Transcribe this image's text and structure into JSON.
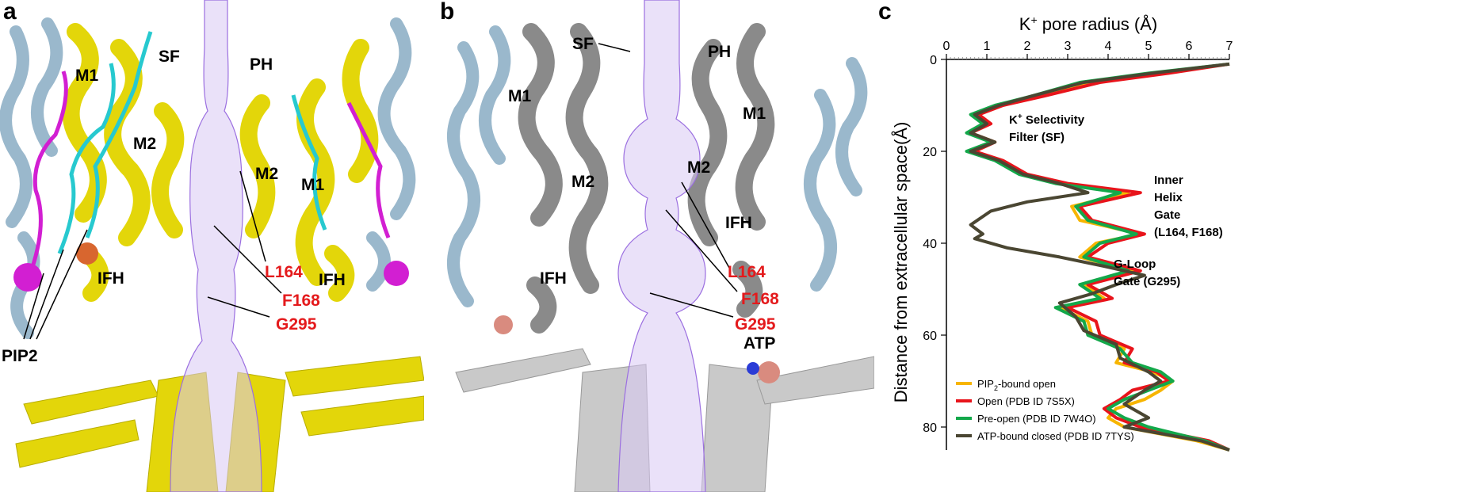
{
  "panel_a": {
    "letter": "a",
    "labels": {
      "m1_left": "M1",
      "m2_left": "M2",
      "sf": "SF",
      "ph": "PH",
      "m2_right": "M2",
      "m1_right": "M1",
      "ifh_left": "IFH",
      "ifh_right": "IFH",
      "l164": "L164",
      "f168": "F168",
      "g295": "G295",
      "pip2": "PIP",
      "pip2_sub": "2"
    }
  },
  "panel_b": {
    "letter": "b",
    "labels": {
      "sf": "SF",
      "ph": "PH",
      "m1_left": "M1",
      "m1_right": "M1",
      "m2_left": "M2",
      "m2_right": "M2",
      "ifh_left": "IFH",
      "ifh_right": "IFH",
      "l164": "L164",
      "f168": "F168",
      "g295": "G295",
      "atp": "ATP"
    }
  },
  "panel_c": {
    "letter": "c",
    "annotations": {
      "sf_line1": "K",
      "sf_line1_sup": "+",
      "sf_line1_rest": " Selectivity",
      "sf_line2": "Filter (SF)",
      "ihg_line1": "Inner",
      "ihg_line2": "Helix",
      "ihg_line3": "Gate",
      "ihg_line4": "(L164, F168)",
      "gl_line1": "G-Loop",
      "gl_line2": "Gate (G295)"
    }
  },
  "colors": {
    "helix_yellow": "#e3d60a",
    "helix_blue": "#9ab8cc",
    "helix_grey": "#8a8a8a",
    "mesh_purple": "#9b6fe0",
    "pip2_magenta": "#d21fd2",
    "pip2_cyan": "#27c9cf",
    "label_red": "#e41a1c"
  },
  "chart_data": {
    "type": "line",
    "title": "",
    "xlabel": "K⁺ pore radius (Å)",
    "xlabel_text": "K",
    "xlabel_sup": "+",
    "xlabel_rest": " pore radius (Å)",
    "ylabel": "Distance from extracellular space(Å)",
    "xlim": [
      0,
      7
    ],
    "ylim": [
      0,
      85
    ],
    "y_inverted": true,
    "x_axis_position": "top",
    "x_ticks": [
      0,
      1,
      2,
      3,
      4,
      5,
      6,
      7
    ],
    "y_ticks": [
      0,
      20,
      40,
      60,
      80
    ],
    "legend_position": "bottom-left",
    "series": [
      {
        "name": "PIP2-bound open",
        "legend_text": "PIP",
        "legend_sub": "2",
        "legend_rest": "-bound open",
        "color": "#f7b500",
        "points": [
          [
            7.0,
            1
          ],
          [
            5.2,
            3
          ],
          [
            3.5,
            5
          ],
          [
            2.2,
            8
          ],
          [
            1.3,
            10
          ],
          [
            0.7,
            12
          ],
          [
            1.0,
            14
          ],
          [
            0.6,
            16
          ],
          [
            1.2,
            18
          ],
          [
            0.6,
            20
          ],
          [
            1.3,
            22
          ],
          [
            1.9,
            25
          ],
          [
            2.8,
            27
          ],
          [
            4.5,
            29
          ],
          [
            3.1,
            32
          ],
          [
            3.3,
            35
          ],
          [
            4.8,
            38
          ],
          [
            3.7,
            40
          ],
          [
            3.3,
            43
          ],
          [
            4.6,
            46
          ],
          [
            3.4,
            49
          ],
          [
            3.9,
            52
          ],
          [
            2.8,
            54
          ],
          [
            3.5,
            57
          ],
          [
            3.6,
            60
          ],
          [
            4.4,
            63
          ],
          [
            4.2,
            66
          ],
          [
            5.1,
            68
          ],
          [
            5.6,
            70
          ],
          [
            5.3,
            72
          ],
          [
            4.9,
            74
          ],
          [
            4.2,
            76
          ],
          [
            4.0,
            78
          ],
          [
            4.4,
            80
          ],
          [
            6.2,
            83
          ],
          [
            7.0,
            85
          ]
        ]
      },
      {
        "name": "Open (PDB ID 7S5X)",
        "legend_text": "Open (PDB ID 7S5X)",
        "color": "#e8141b",
        "points": [
          [
            7.0,
            1
          ],
          [
            5.5,
            3
          ],
          [
            3.8,
            5
          ],
          [
            2.4,
            8
          ],
          [
            1.4,
            10
          ],
          [
            0.8,
            12
          ],
          [
            1.1,
            14
          ],
          [
            0.6,
            16
          ],
          [
            1.2,
            18
          ],
          [
            0.7,
            20
          ],
          [
            1.4,
            22
          ],
          [
            2.0,
            25
          ],
          [
            3.0,
            27
          ],
          [
            4.8,
            29
          ],
          [
            3.3,
            32
          ],
          [
            3.6,
            35
          ],
          [
            4.9,
            38
          ],
          [
            4.0,
            40
          ],
          [
            3.5,
            43
          ],
          [
            4.8,
            46
          ],
          [
            3.5,
            49
          ],
          [
            4.1,
            52
          ],
          [
            3.0,
            54
          ],
          [
            3.7,
            57
          ],
          [
            3.8,
            60
          ],
          [
            4.6,
            63
          ],
          [
            4.4,
            66
          ],
          [
            5.2,
            68
          ],
          [
            5.5,
            70
          ],
          [
            4.6,
            72
          ],
          [
            4.3,
            74
          ],
          [
            3.9,
            76
          ],
          [
            4.2,
            78
          ],
          [
            4.8,
            80
          ],
          [
            6.5,
            83
          ],
          [
            7.0,
            85
          ]
        ]
      },
      {
        "name": "Pre-open (PDB ID 7W4O)",
        "legend_text": "Pre-open (PDB ID 7W4O)",
        "color": "#13a84a",
        "points": [
          [
            7.0,
            1
          ],
          [
            5.0,
            3
          ],
          [
            3.3,
            5
          ],
          [
            2.1,
            8
          ],
          [
            1.2,
            10
          ],
          [
            0.6,
            12
          ],
          [
            0.9,
            14
          ],
          [
            0.5,
            16
          ],
          [
            1.1,
            18
          ],
          [
            0.5,
            20
          ],
          [
            1.2,
            22
          ],
          [
            1.8,
            25
          ],
          [
            2.7,
            27
          ],
          [
            4.3,
            29
          ],
          [
            3.2,
            32
          ],
          [
            3.5,
            35
          ],
          [
            4.7,
            38
          ],
          [
            3.8,
            40
          ],
          [
            3.4,
            43
          ],
          [
            4.5,
            46
          ],
          [
            3.3,
            49
          ],
          [
            3.8,
            52
          ],
          [
            2.7,
            54
          ],
          [
            3.4,
            57
          ],
          [
            3.5,
            60
          ],
          [
            4.3,
            63
          ],
          [
            4.6,
            66
          ],
          [
            5.3,
            68
          ],
          [
            5.6,
            70
          ],
          [
            5.0,
            72
          ],
          [
            4.4,
            74
          ],
          [
            4.0,
            76
          ],
          [
            4.4,
            78
          ],
          [
            5.0,
            80
          ],
          [
            6.4,
            83
          ],
          [
            7.0,
            85
          ]
        ]
      },
      {
        "name": "ATP-bound closed (PDB ID 7TYS)",
        "legend_text": "ATP-bound closed (PDB ID 7TYS)",
        "color": "#4a4632",
        "points": [
          [
            7.0,
            1
          ],
          [
            5.1,
            3
          ],
          [
            3.4,
            5
          ],
          [
            2.1,
            8
          ],
          [
            1.3,
            10
          ],
          [
            0.7,
            12
          ],
          [
            1.0,
            14
          ],
          [
            0.6,
            16
          ],
          [
            1.2,
            18
          ],
          [
            0.6,
            20
          ],
          [
            1.3,
            22
          ],
          [
            1.9,
            25
          ],
          [
            2.8,
            27
          ],
          [
            3.5,
            29
          ],
          [
            2.0,
            31
          ],
          [
            1.1,
            33
          ],
          [
            0.6,
            36
          ],
          [
            0.9,
            38
          ],
          [
            0.7,
            39
          ],
          [
            1.5,
            41
          ],
          [
            2.8,
            43
          ],
          [
            3.9,
            45
          ],
          [
            4.9,
            47
          ],
          [
            4.2,
            49
          ],
          [
            3.6,
            51
          ],
          [
            2.8,
            53
          ],
          [
            3.2,
            56
          ],
          [
            3.4,
            59
          ],
          [
            4.2,
            62
          ],
          [
            4.3,
            65
          ],
          [
            5.0,
            68
          ],
          [
            5.3,
            70
          ],
          [
            4.9,
            72
          ],
          [
            4.4,
            75
          ],
          [
            5.0,
            78
          ],
          [
            4.4,
            80
          ],
          [
            6.3,
            83
          ],
          [
            7.0,
            85
          ]
        ]
      }
    ]
  }
}
